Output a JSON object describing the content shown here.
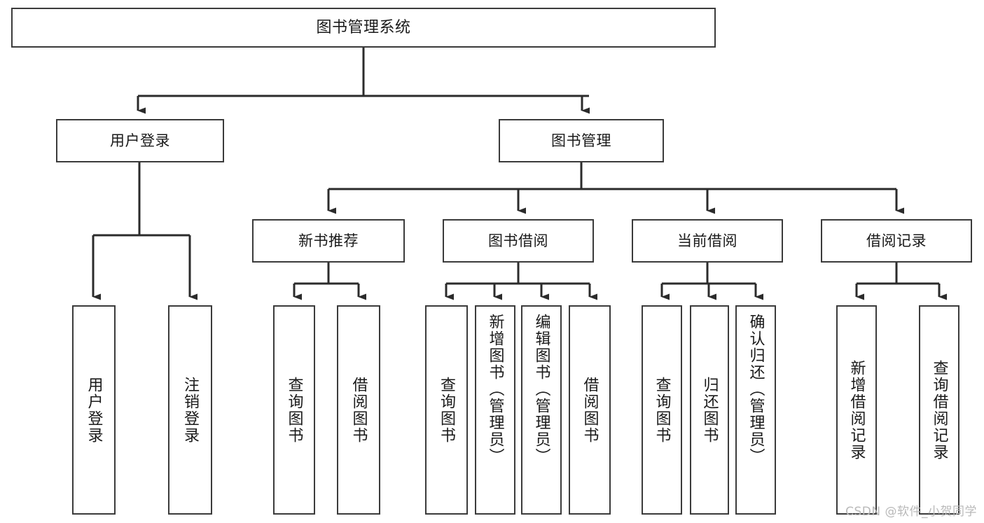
{
  "diagram": {
    "title": "图书管理系统",
    "type": "hierarchy-tree",
    "colors": {
      "box_border": "#3b3b3b",
      "box_fill": "#ffffff",
      "connector": "#2b2b2b",
      "text": "#1a1a1a",
      "watermark": "#b9b9b9"
    },
    "root": {
      "id": "root",
      "label": "图书管理系统",
      "orientation": "horizontal"
    },
    "level2": [
      {
        "id": "user-login",
        "label": "用户登录",
        "orientation": "horizontal"
      },
      {
        "id": "book-manage",
        "label": "图书管理",
        "orientation": "horizontal"
      }
    ],
    "level3": [
      {
        "id": "new-book-recommend",
        "label": "新书推荐",
        "orientation": "horizontal",
        "parent": "book-manage"
      },
      {
        "id": "book-borrow",
        "label": "图书借阅",
        "orientation": "horizontal",
        "parent": "book-manage"
      },
      {
        "id": "current-borrow",
        "label": "当前借阅",
        "orientation": "horizontal",
        "parent": "book-manage"
      },
      {
        "id": "borrow-record",
        "label": "借阅记录",
        "orientation": "horizontal",
        "parent": "book-manage"
      }
    ],
    "leaves": [
      {
        "id": "leaf-user-login",
        "label": "用户登录",
        "parent": "user-login"
      },
      {
        "id": "leaf-user-logout",
        "label": "注销登录",
        "parent": "user-login"
      },
      {
        "id": "leaf-query-book-rec",
        "label": "查询图书",
        "parent": "new-book-recommend"
      },
      {
        "id": "leaf-borrow-book-rec",
        "label": "借阅图书",
        "parent": "new-book-recommend"
      },
      {
        "id": "leaf-query-book-borrow",
        "label": "查询图书",
        "parent": "book-borrow"
      },
      {
        "id": "leaf-add-book",
        "label": "新增图书（管理员）",
        "parent": "book-borrow"
      },
      {
        "id": "leaf-edit-book",
        "label": "编辑图书（管理员）",
        "parent": "book-borrow"
      },
      {
        "id": "leaf-borrow-book",
        "label": "借阅图书",
        "parent": "book-borrow"
      },
      {
        "id": "leaf-query-book-current",
        "label": "查询图书",
        "parent": "current-borrow"
      },
      {
        "id": "leaf-return-book",
        "label": "归还图书",
        "parent": "current-borrow"
      },
      {
        "id": "leaf-confirm-return",
        "label": "确认归还（管理员）",
        "parent": "current-borrow"
      },
      {
        "id": "leaf-add-record",
        "label": "新增借阅记录",
        "parent": "borrow-record"
      },
      {
        "id": "leaf-query-record",
        "label": "查询借阅记录",
        "parent": "borrow-record"
      }
    ]
  },
  "watermark": {
    "text": "CSDN @软件_小贺同学"
  }
}
